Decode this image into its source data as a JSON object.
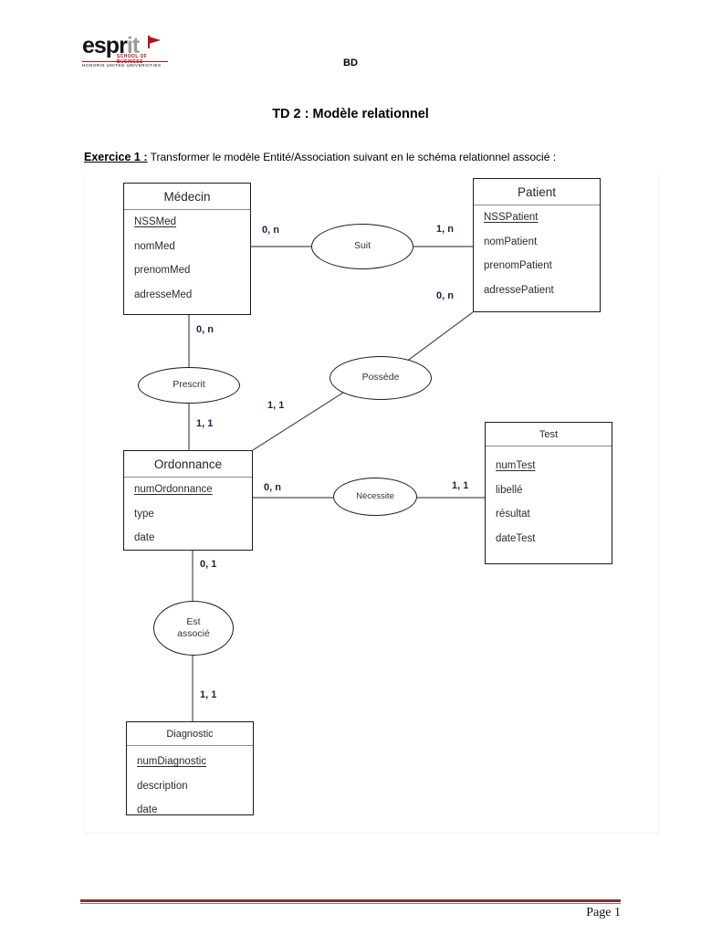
{
  "logo": {
    "name": "esprit",
    "word_dark": "espr",
    "word_grey": "it",
    "subtitle": "SCHOOL OF BUSINESS",
    "footer": "HONORIS UNITED UNIVERSITIES",
    "accent_color": "#b4121b"
  },
  "header": {
    "course": "BD",
    "title": "TD 2 : Modèle relationnel"
  },
  "exercise": {
    "label": "Exercice 1 :",
    "text": " Transformer le modèle Entité/Association suivant en le schéma relationnel associé :"
  },
  "diagram": {
    "entities": [
      {
        "id": "medecin",
        "title": "Médecin",
        "attributes": [
          {
            "name": "NSSMed",
            "key": true
          },
          {
            "name": "nomMed",
            "key": false
          },
          {
            "name": "prenomMed",
            "key": false
          },
          {
            "name": "adresseMed",
            "key": false
          }
        ]
      },
      {
        "id": "patient",
        "title": "Patient",
        "attributes": [
          {
            "name": "NSSPatient",
            "key": true
          },
          {
            "name": "nomPatient",
            "key": false
          },
          {
            "name": "prenomPatient",
            "key": false
          },
          {
            "name": "adressePatient",
            "key": false
          }
        ]
      },
      {
        "id": "ordonnance",
        "title": "Ordonnance",
        "attributes": [
          {
            "name": "numOrdonnance",
            "key": true
          },
          {
            "name": "type",
            "key": false
          },
          {
            "name": "date",
            "key": false
          }
        ]
      },
      {
        "id": "test",
        "title": "Test",
        "attributes": [
          {
            "name": "numTest",
            "key": true
          },
          {
            "name": "libellé",
            "key": false
          },
          {
            "name": "résultat",
            "key": false
          },
          {
            "name": "dateTest",
            "key": false
          }
        ]
      },
      {
        "id": "diagnostic",
        "title": "Diagnostic",
        "attributes": [
          {
            "name": "numDiagnostic",
            "key": true
          },
          {
            "name": "description",
            "key": false
          },
          {
            "name": "date",
            "key": false
          }
        ]
      }
    ],
    "associations": [
      {
        "id": "suit",
        "label": "Suit"
      },
      {
        "id": "prescrit",
        "label": "Prescrit"
      },
      {
        "id": "possede",
        "label": "Possède"
      },
      {
        "id": "necessite",
        "label": "Nécessite"
      },
      {
        "id": "est-associe",
        "label_line1": "Est",
        "label_line2": "associé"
      }
    ],
    "cardinalities": [
      {
        "id": "medecin-suit",
        "value": "0, n"
      },
      {
        "id": "suit-patient",
        "value": "1, n"
      },
      {
        "id": "medecin-prescrit",
        "value": "0, n"
      },
      {
        "id": "prescrit-ordonnance",
        "value": "1, 1"
      },
      {
        "id": "patient-possede",
        "value": "0, n"
      },
      {
        "id": "possede-ordonnance",
        "value": "1, 1"
      },
      {
        "id": "ordonnance-necessite",
        "value": "0, n"
      },
      {
        "id": "necessite-test",
        "value": "1, 1"
      },
      {
        "id": "ordonnance-estassocie",
        "value": "0, 1"
      },
      {
        "id": "estassocie-diagnostic",
        "value": "1, 1"
      }
    ]
  },
  "footer": {
    "page": "Page 1",
    "rule_color": "#7b3535"
  }
}
